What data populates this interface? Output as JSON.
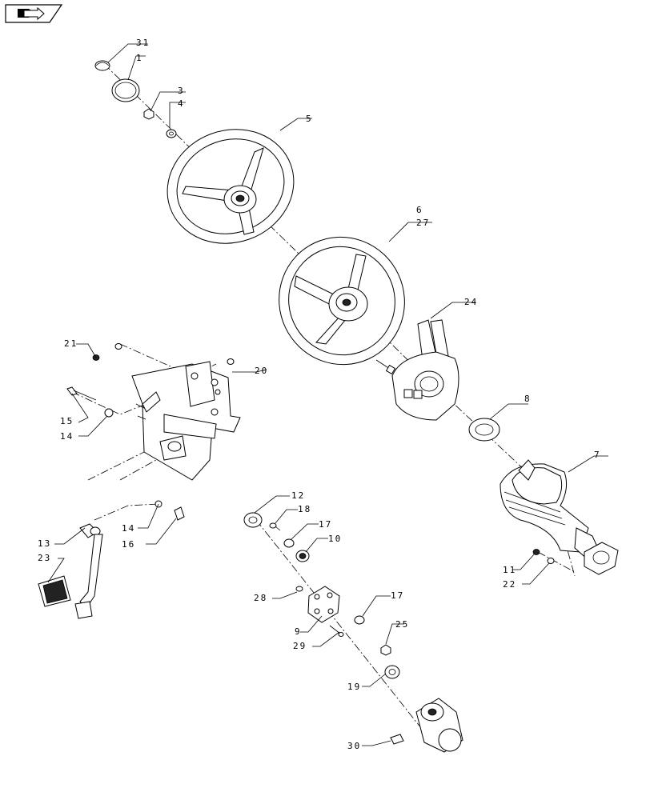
{
  "nav_icon": "book-arrow-icon",
  "callouts": {
    "c1": "1",
    "c3": "3",
    "c4": "4",
    "c5": "5",
    "c6": "6",
    "c7": "7",
    "c8": "8",
    "c9": "9",
    "c10": "10",
    "c11": "11",
    "c12": "12",
    "c13": "13",
    "c14a": "14",
    "c14b": "14",
    "c15": "15",
    "c16": "16",
    "c17a": "17",
    "c17b": "17",
    "c18": "18",
    "c19": "19",
    "c20": "20",
    "c21": "21",
    "c22": "22",
    "c23": "23",
    "c24": "24",
    "c25": "25",
    "c27": "27",
    "c28": "28",
    "c29": "29",
    "c30": "30",
    "c31": "31"
  }
}
